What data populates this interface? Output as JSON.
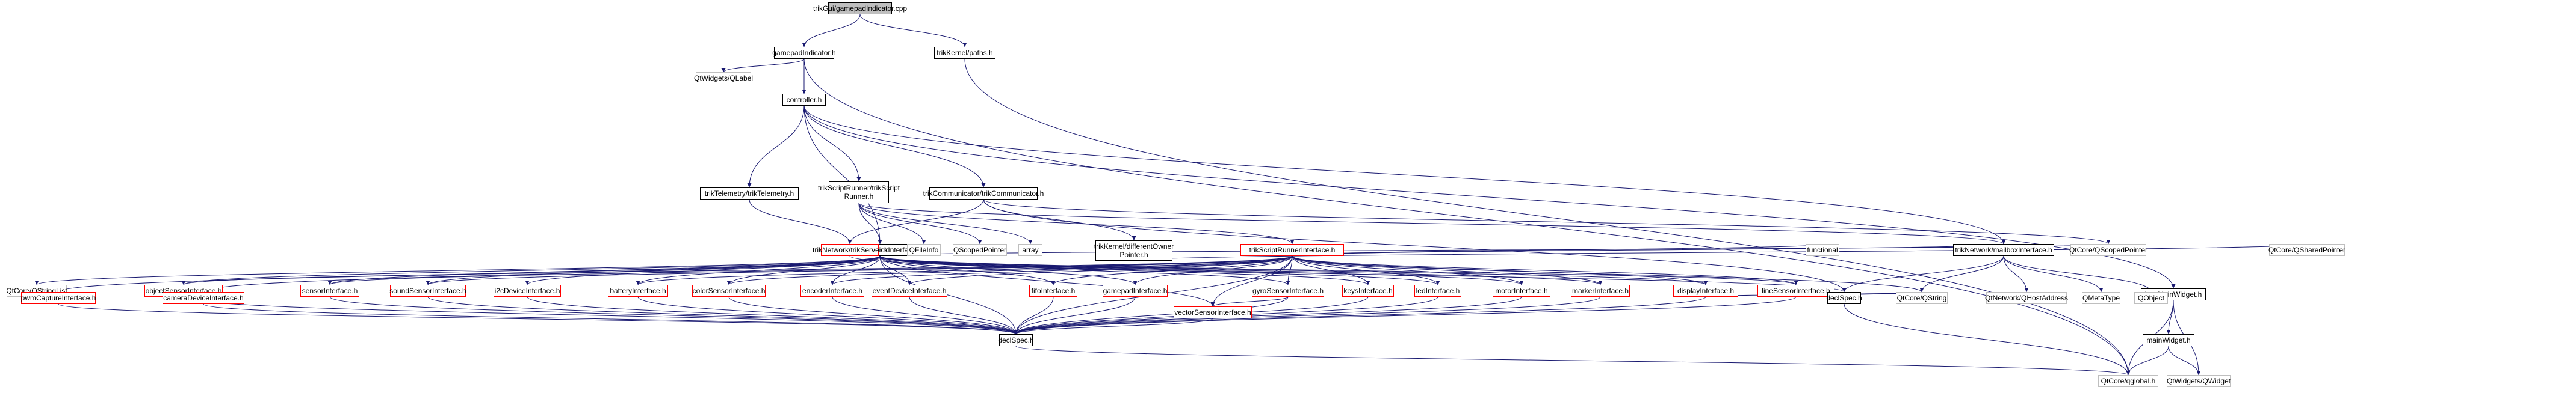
{
  "colors": {
    "edge": "#191970",
    "border_normal": "#000000",
    "border_red": "#ff0000",
    "border_gray": "#bfbfbf",
    "root_fill": "#bfbfbf"
  },
  "nodes": [
    {
      "id": "root",
      "label": "trikGui/gamepadIndicator.cpp",
      "style": "root"
    },
    {
      "id": "gamepadIndicator",
      "label": "gamepadIndicator.h",
      "style": "normal"
    },
    {
      "id": "paths",
      "label": "trikKernel/paths.h",
      "style": "normal"
    },
    {
      "id": "qlabel",
      "label": "QtWidgets/QLabel",
      "style": "gray"
    },
    {
      "id": "controller",
      "label": "controller.h",
      "style": "normal"
    },
    {
      "id": "telemetry",
      "label": "trikTelemetry/trikTelemetry.h",
      "style": "normal"
    },
    {
      "id": "scriptRunner",
      "label": "trikScriptRunner/trikScript Runner.h",
      "style": "normal"
    },
    {
      "id": "communicator",
      "label": "trikCommunicator/trikCommunicator.h",
      "style": "normal"
    },
    {
      "id": "lazyMainWidget",
      "label": "lazyMainWidget.h",
      "style": "normal"
    },
    {
      "id": "brickInterface",
      "label": "trikControl/brickInterface.h",
      "style": "normal"
    },
    {
      "id": "trikServer",
      "label": "trikNetwork/trikServer.h",
      "style": "red"
    },
    {
      "id": "qfileinfo",
      "label": "QFileInfo",
      "style": "gray"
    },
    {
      "id": "qscopedptr",
      "label": "QScopedPointer",
      "style": "gray"
    },
    {
      "id": "array",
      "label": "array",
      "style": "gray"
    },
    {
      "id": "differentOwner",
      "label": "trikKernel/differentOwner Pointer.h",
      "style": "normal"
    },
    {
      "id": "scriptRunnerInterface",
      "label": "trikScriptRunnerInterface.h",
      "style": "red"
    },
    {
      "id": "qstringlist",
      "label": "QtCore/QStringList",
      "style": "gray"
    },
    {
      "id": "objectSensor",
      "label": "objectSensorInterface.h",
      "style": "red"
    },
    {
      "id": "sensorIface",
      "label": "sensorInterface.h",
      "style": "red"
    },
    {
      "id": "soundSensor",
      "label": "soundSensorInterface.h",
      "style": "red"
    },
    {
      "id": "i2cDevice",
      "label": "i2cDeviceInterface.h",
      "style": "red"
    },
    {
      "id": "battery",
      "label": "batteryInterface.h",
      "style": "red"
    },
    {
      "id": "colorSensor",
      "label": "colorSensorInterface.h",
      "style": "red"
    },
    {
      "id": "encoder",
      "label": "encoderInterface.h",
      "style": "red"
    },
    {
      "id": "eventDevice",
      "label": "eventDeviceInterface.h",
      "style": "red"
    },
    {
      "id": "fifo",
      "label": "fifoInterface.h",
      "style": "red"
    },
    {
      "id": "gamepadIface",
      "label": "gamepadInterface.h",
      "style": "red"
    },
    {
      "id": "gyroSensor",
      "label": "gyroSensorInterface.h",
      "style": "red"
    },
    {
      "id": "keys",
      "label": "keysInterface.h",
      "style": "red"
    },
    {
      "id": "led",
      "label": "ledInterface.h",
      "style": "red"
    },
    {
      "id": "motor",
      "label": "motorInterface.h",
      "style": "red"
    },
    {
      "id": "marker",
      "label": "markerInterface.h",
      "style": "red"
    },
    {
      "id": "display",
      "label": "displayInterface.h",
      "style": "red"
    },
    {
      "id": "lineSensor",
      "label": "lineSensorInterface.h",
      "style": "red"
    },
    {
      "id": "functional",
      "label": "functional",
      "style": "gray"
    },
    {
      "id": "mailbox",
      "label": "trikNetwork/mailboxInterface.h",
      "style": "normal"
    },
    {
      "id": "qtscopedptr",
      "label": "QtCore/QScopedPointer",
      "style": "gray"
    },
    {
      "id": "qsharedptr",
      "label": "QtCore/QSharedPointer",
      "style": "gray"
    },
    {
      "id": "pwmCapture",
      "label": "pwmCaptureInterface.h",
      "style": "red"
    },
    {
      "id": "cameraDevice",
      "label": "cameraDeviceInterface.h",
      "style": "red"
    },
    {
      "id": "vectorSensor",
      "label": "vectorSensorInterface.h",
      "style": "red"
    },
    {
      "id": "declSpecNet",
      "label": "declSpec.h",
      "style": "normal"
    },
    {
      "id": "qstring",
      "label": "QtCore/QString",
      "style": "gray"
    },
    {
      "id": "qhostaddress",
      "label": "QtNetwork/QHostAddress",
      "style": "gray"
    },
    {
      "id": "qmetatype",
      "label": "QMetaType",
      "style": "gray"
    },
    {
      "id": "qobject",
      "label": "QObject",
      "style": "gray"
    },
    {
      "id": "declSpec",
      "label": "declSpec.h",
      "style": "normal"
    },
    {
      "id": "mainWidget",
      "label": "mainWidget.h",
      "style": "normal"
    },
    {
      "id": "qglobal",
      "label": "QtCore/qglobal.h",
      "style": "gray"
    },
    {
      "id": "qwidget",
      "label": "QtWidgets/QWidget",
      "style": "gray"
    }
  ],
  "edges": [
    [
      "root",
      "gamepadIndicator"
    ],
    [
      "root",
      "paths"
    ],
    [
      "gamepadIndicator",
      "qlabel"
    ],
    [
      "gamepadIndicator",
      "controller"
    ],
    [
      "gamepadIndicator",
      "qglobal"
    ],
    [
      "paths",
      "qglobal"
    ],
    [
      "controller",
      "telemetry"
    ],
    [
      "controller",
      "scriptRunner"
    ],
    [
      "controller",
      "communicator"
    ],
    [
      "controller",
      "lazyMainWidget"
    ],
    [
      "controller",
      "brickInterface"
    ],
    [
      "controller",
      "mailbox"
    ],
    [
      "telemetry",
      "trikServer"
    ],
    [
      "scriptRunner",
      "scriptRunnerInterface"
    ],
    [
      "scriptRunner",
      "brickInterface"
    ],
    [
      "scriptRunner",
      "mailbox"
    ],
    [
      "scriptRunner",
      "qfileinfo"
    ],
    [
      "scriptRunner",
      "qscopedptr"
    ],
    [
      "scriptRunner",
      "array"
    ],
    [
      "communicator",
      "trikServer"
    ],
    [
      "communicator",
      "differentOwner"
    ],
    [
      "communicator",
      "qtscopedptr"
    ],
    [
      "communicator",
      "declSpecNet"
    ],
    [
      "differentOwner",
      "qsharedptr"
    ],
    [
      "trikServer",
      "declSpecNet"
    ],
    [
      "brickInterface",
      "qstringlist"
    ],
    [
      "brickInterface",
      "objectSensor"
    ],
    [
      "brickInterface",
      "sensorIface"
    ],
    [
      "brickInterface",
      "soundSensor"
    ],
    [
      "brickInterface",
      "i2cDevice"
    ],
    [
      "brickInterface",
      "battery"
    ],
    [
      "brickInterface",
      "colorSensor"
    ],
    [
      "brickInterface",
      "encoder"
    ],
    [
      "brickInterface",
      "eventDevice"
    ],
    [
      "brickInterface",
      "fifo"
    ],
    [
      "brickInterface",
      "gamepadIface"
    ],
    [
      "brickInterface",
      "gyroSensor"
    ],
    [
      "brickInterface",
      "keys"
    ],
    [
      "brickInterface",
      "led"
    ],
    [
      "brickInterface",
      "motor"
    ],
    [
      "brickInterface",
      "marker"
    ],
    [
      "brickInterface",
      "display"
    ],
    [
      "brickInterface",
      "lineSensor"
    ],
    [
      "brickInterface",
      "pwmCapture"
    ],
    [
      "brickInterface",
      "cameraDevice"
    ],
    [
      "brickInterface",
      "vectorSensor"
    ],
    [
      "brickInterface",
      "declSpec"
    ],
    [
      "brickInterface",
      "qtscopedptr"
    ],
    [
      "scriptRunnerInterface",
      "functional"
    ],
    [
      "scriptRunnerInterface",
      "qstring"
    ],
    [
      "scriptRunnerInterface",
      "objectSensor"
    ],
    [
      "scriptRunnerInterface",
      "sensorIface"
    ],
    [
      "scriptRunnerInterface",
      "soundSensor"
    ],
    [
      "scriptRunnerInterface",
      "battery"
    ],
    [
      "scriptRunnerInterface",
      "colorSensor"
    ],
    [
      "scriptRunnerInterface",
      "encoder"
    ],
    [
      "scriptRunnerInterface",
      "eventDevice"
    ],
    [
      "scriptRunnerInterface",
      "fifo"
    ],
    [
      "scriptRunnerInterface",
      "gamepadIface"
    ],
    [
      "scriptRunnerInterface",
      "gyroSensor"
    ],
    [
      "scriptRunnerInterface",
      "keys"
    ],
    [
      "scriptRunnerInterface",
      "led"
    ],
    [
      "scriptRunnerInterface",
      "motor"
    ],
    [
      "scriptRunnerInterface",
      "marker"
    ],
    [
      "scriptRunnerInterface",
      "display"
    ],
    [
      "scriptRunnerInterface",
      "lineSensor"
    ],
    [
      "scriptRunnerInterface",
      "vectorSensor"
    ],
    [
      "scriptRunnerInterface",
      "declSpec"
    ],
    [
      "scriptRunnerInterface",
      "mailbox"
    ],
    [
      "mailbox",
      "declSpecNet"
    ],
    [
      "mailbox",
      "qstring"
    ],
    [
      "mailbox",
      "qhostaddress"
    ],
    [
      "mailbox",
      "qmetatype"
    ],
    [
      "mailbox",
      "qobject"
    ],
    [
      "declSpecNet",
      "qglobal"
    ],
    [
      "objectSensor",
      "declSpec"
    ],
    [
      "sensorIface",
      "declSpec"
    ],
    [
      "soundSensor",
      "declSpec"
    ],
    [
      "i2cDevice",
      "declSpec"
    ],
    [
      "battery",
      "declSpec"
    ],
    [
      "colorSensor",
      "declSpec"
    ],
    [
      "encoder",
      "declSpec"
    ],
    [
      "eventDevice",
      "declSpec"
    ],
    [
      "fifo",
      "declSpec"
    ],
    [
      "gamepadIface",
      "declSpec"
    ],
    [
      "gyroSensor",
      "declSpec"
    ],
    [
      "gyroSensor",
      "vectorSensor"
    ],
    [
      "keys",
      "declSpec"
    ],
    [
      "led",
      "declSpec"
    ],
    [
      "motor",
      "declSpec"
    ],
    [
      "marker",
      "declSpec"
    ],
    [
      "display",
      "declSpec"
    ],
    [
      "display",
      "qstring"
    ],
    [
      "lineSensor",
      "declSpec"
    ],
    [
      "lineSensor",
      "qstring"
    ],
    [
      "pwmCapture",
      "declSpec"
    ],
    [
      "cameraDevice",
      "declSpec"
    ],
    [
      "vectorSensor",
      "declSpec"
    ],
    [
      "declSpec",
      "qglobal"
    ],
    [
      "lazyMainWidget",
      "mainWidget"
    ],
    [
      "lazyMainWidget",
      "qglobal"
    ],
    [
      "lazyMainWidget",
      "qwidget"
    ],
    [
      "mainWidget",
      "qglobal"
    ],
    [
      "mainWidget",
      "qwidget"
    ]
  ]
}
